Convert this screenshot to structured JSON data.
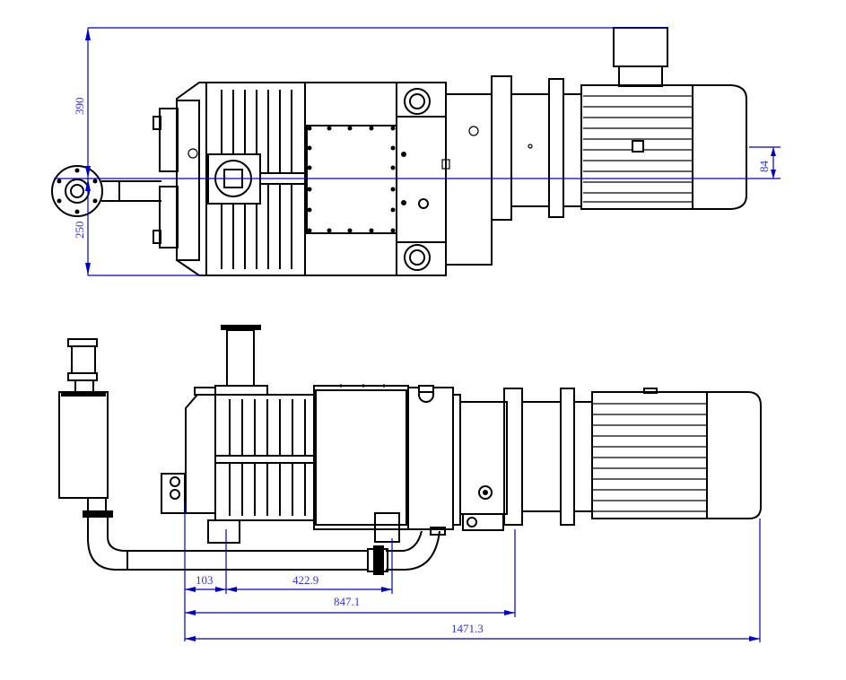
{
  "drawing": {
    "top_view": {
      "dimensions": {
        "overall_height": "390",
        "inlet_offset": "250",
        "motor_offset": "84"
      }
    },
    "side_view": {
      "dimensions": {
        "d1": "103",
        "d2": "422.9",
        "d3": "847.1",
        "d4": "1471.3"
      }
    },
    "colors": {
      "line": "#000000",
      "dimension": "#0000cc"
    }
  }
}
